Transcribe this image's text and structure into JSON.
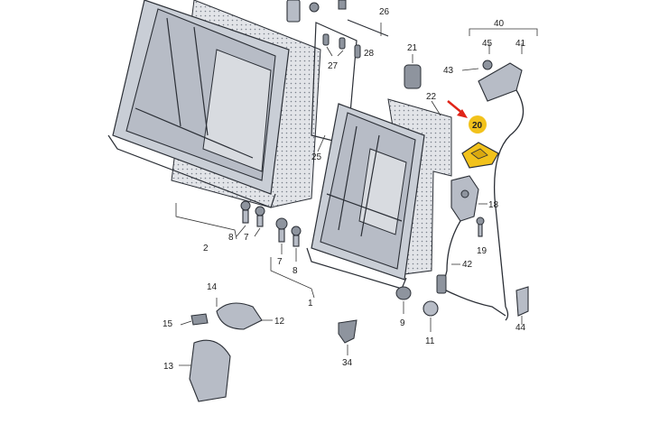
{
  "diagram": {
    "callouts": {
      "n2": "2",
      "n1": "1",
      "n7a": "7",
      "n8a": "8",
      "n7b": "7",
      "n8b": "8",
      "n9": "9",
      "n11": "11",
      "n12": "12",
      "n13": "13",
      "n14": "14",
      "n15": "15",
      "n18": "18",
      "n19": "19",
      "n20": "20",
      "n21": "21",
      "n22": "22",
      "n25": "25",
      "n26": "26",
      "n27": "27",
      "n28": "28",
      "n34": "34",
      "n40": "40",
      "n41": "41",
      "n42": "42",
      "n43": "43",
      "n44": "44",
      "n45": "45"
    },
    "colors": {
      "highlight": "#f2c21b",
      "arrow": "#e02418",
      "part": "#b7bcc6",
      "mat": "#d8dbe0"
    }
  }
}
